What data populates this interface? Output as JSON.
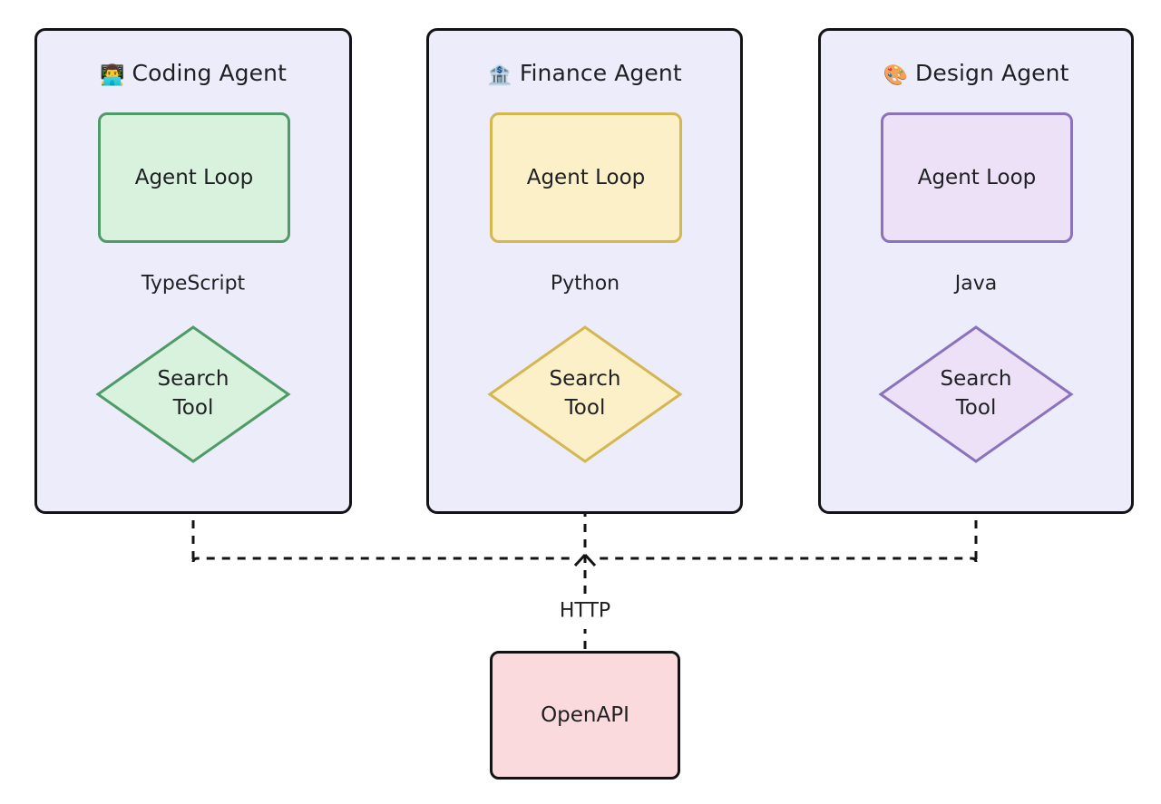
{
  "diagram": {
    "type": "flowchart",
    "title_text": "",
    "background": "#ffffff",
    "panels": [
      {
        "id": "coding",
        "emoji": "👨‍💻",
        "emoji_name": "technologist-emoji",
        "title": "Coding Agent",
        "fill": "#ECECFB",
        "stroke": "#131316",
        "loop_label": "Agent Loop",
        "loop_fill": "#D8F2DE",
        "loop_stroke": "#4E9B68",
        "tool_label_line1": "Search",
        "tool_label_line2": "Tool",
        "tool_fill": "#D8F2DE",
        "tool_stroke": "#4E9B68",
        "edge_label": "TypeScript"
      },
      {
        "id": "finance",
        "emoji": "🏦",
        "emoji_name": "bank-emoji",
        "title": "Finance Agent",
        "fill": "#ECECFB",
        "stroke": "#131316",
        "loop_label": "Agent Loop",
        "loop_fill": "#FCF0C8",
        "loop_stroke": "#D4B751",
        "tool_label_line1": "Search",
        "tool_label_line2": "Tool",
        "tool_fill": "#FCF0C8",
        "tool_stroke": "#D4B751",
        "edge_label": "Python"
      },
      {
        "id": "design",
        "emoji": "🎨",
        "emoji_name": "palette-emoji",
        "title": "Design Agent",
        "fill": "#ECECFB",
        "stroke": "#131316",
        "loop_label": "Agent Loop",
        "loop_fill": "#EDE1F7",
        "loop_stroke": "#8B72BC",
        "tool_label_line1": "Search",
        "tool_label_line2": "Tool",
        "tool_fill": "#EDE1F7",
        "tool_stroke": "#8B72BC",
        "edge_label": "Java"
      }
    ],
    "backend": {
      "label": "OpenAPI",
      "fill": "#FBDADD",
      "stroke": "#131316",
      "edge_label": "HTTP"
    },
    "edge_style": {
      "color": "#131316",
      "dashed": true,
      "width": 3
    }
  }
}
